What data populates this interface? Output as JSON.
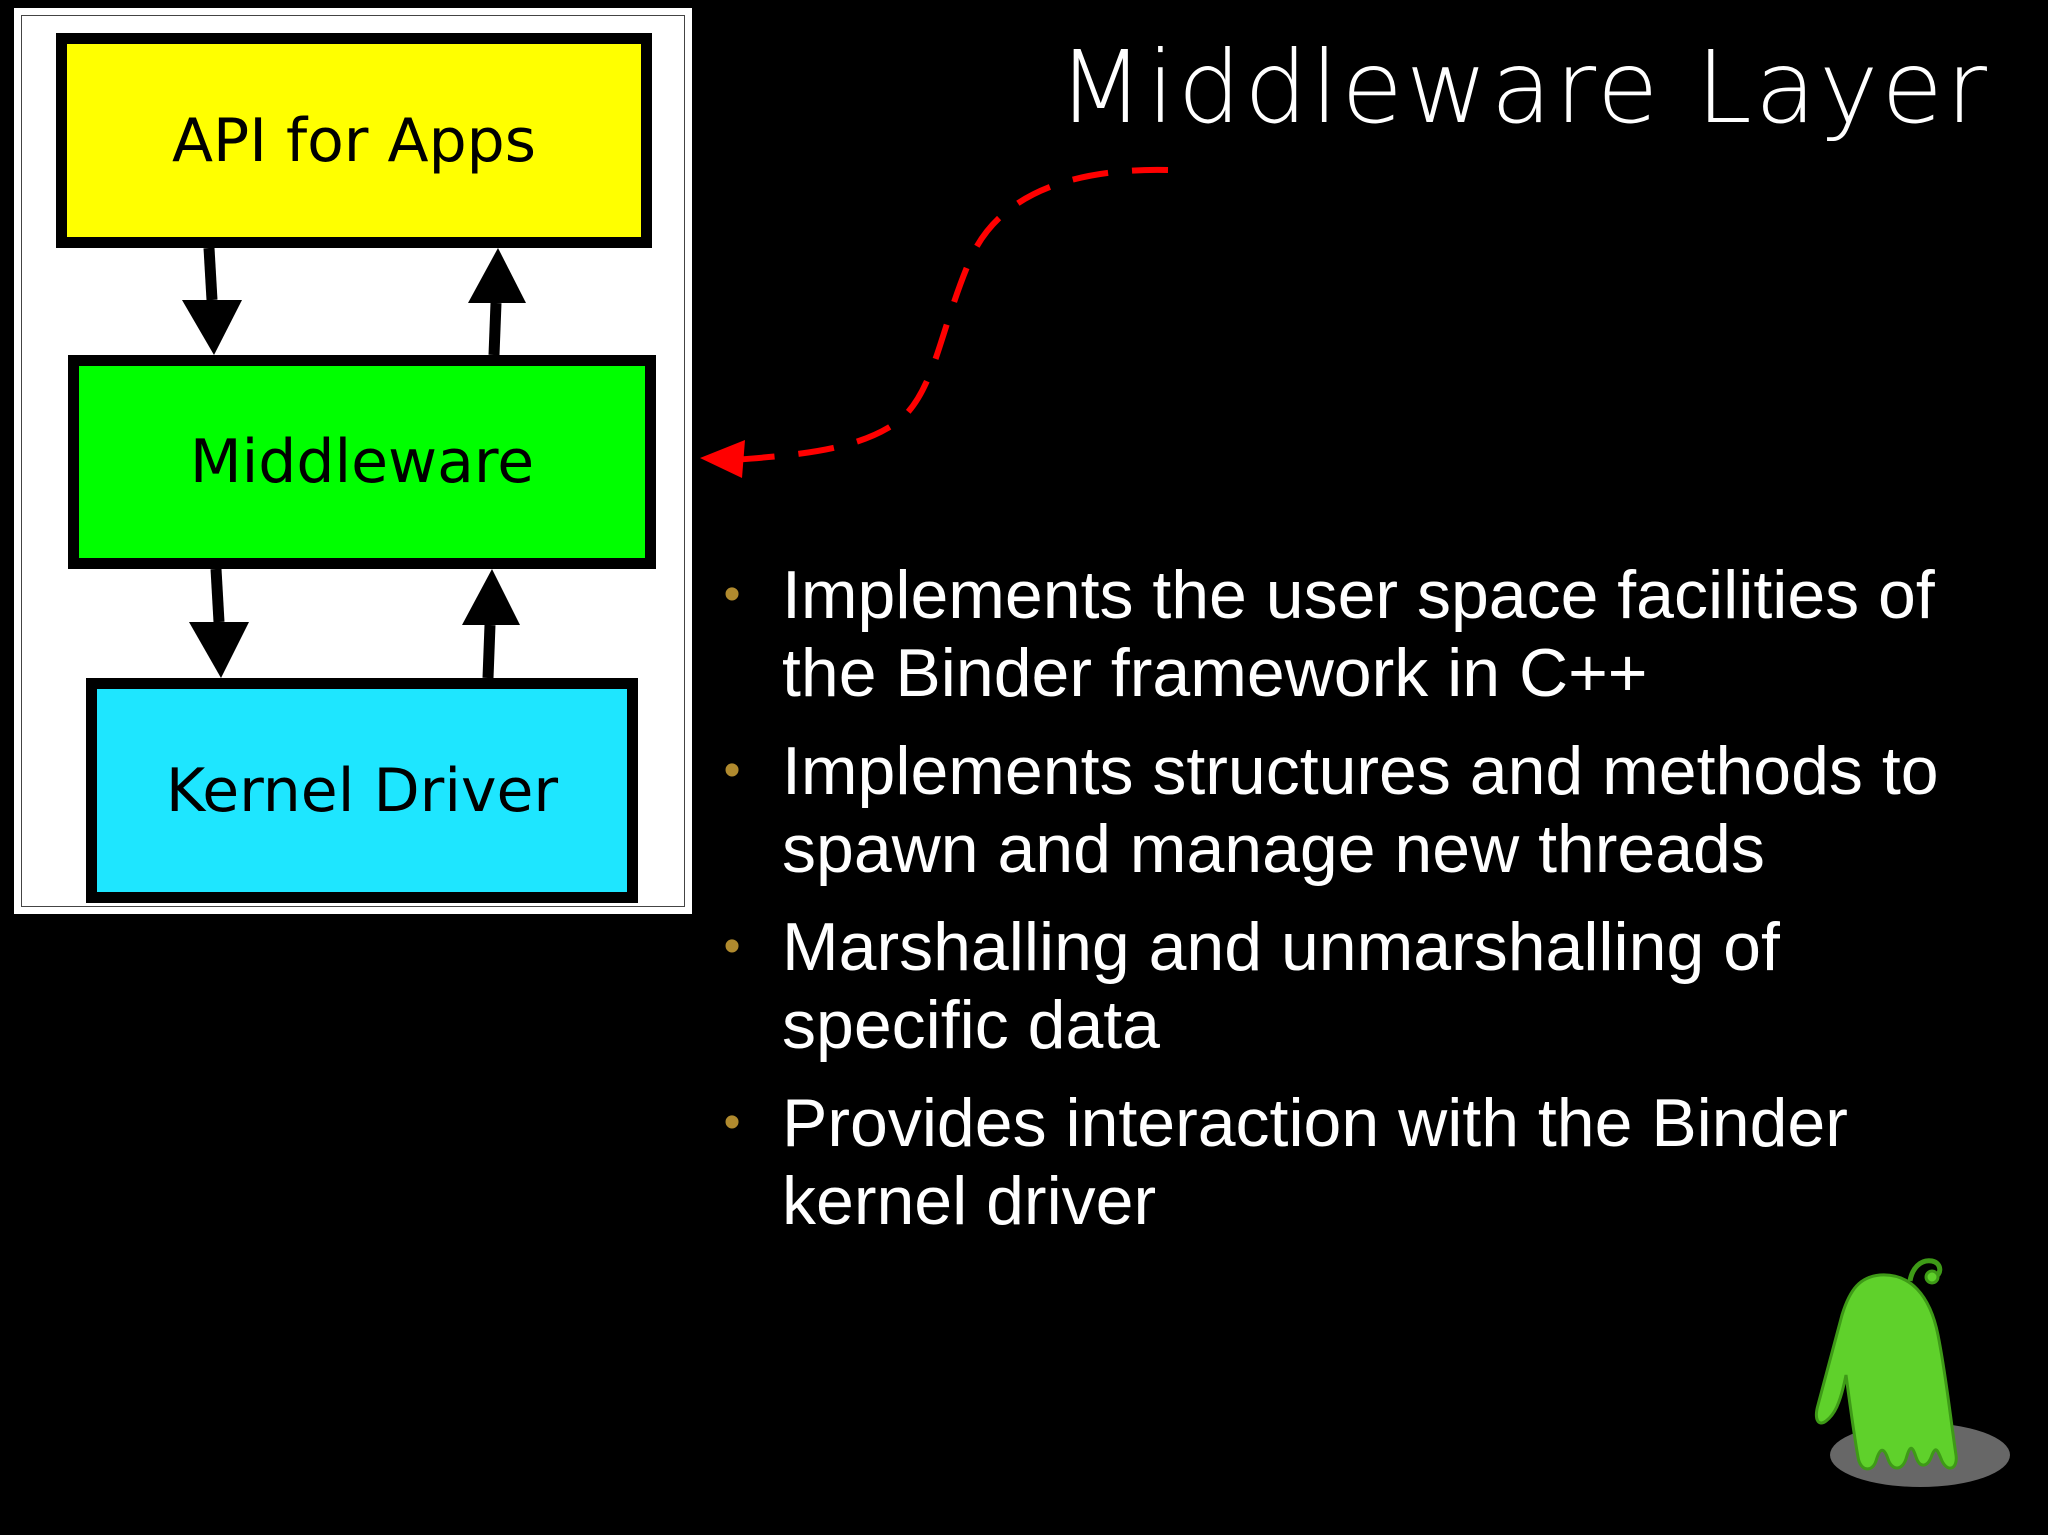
{
  "slide": {
    "title": "Middleware Layer"
  },
  "diagram": {
    "layers": [
      {
        "label": "API for Apps",
        "color": "#ffff00"
      },
      {
        "label": "Middleware",
        "color": "#00ff00"
      },
      {
        "label": "Kernel Driver",
        "color": "#1ee6ff"
      }
    ],
    "pointer_color": "#ff0000"
  },
  "bullets": [
    "Implements the user space facilities of the Binder framework in C++",
    "Implements structures and methods to spawn and manage new threads",
    "Marshalling and unmarshalling of specific data",
    "Provides interaction with the Binder kernel driver"
  ],
  "bullet_marker": "•",
  "colors": {
    "background": "#000000",
    "text": "#ffffff",
    "bullet": "#b08a2e",
    "mascot": "#5fd12b"
  },
  "icons": {
    "mascot": "green-ghost-mascot-icon"
  }
}
